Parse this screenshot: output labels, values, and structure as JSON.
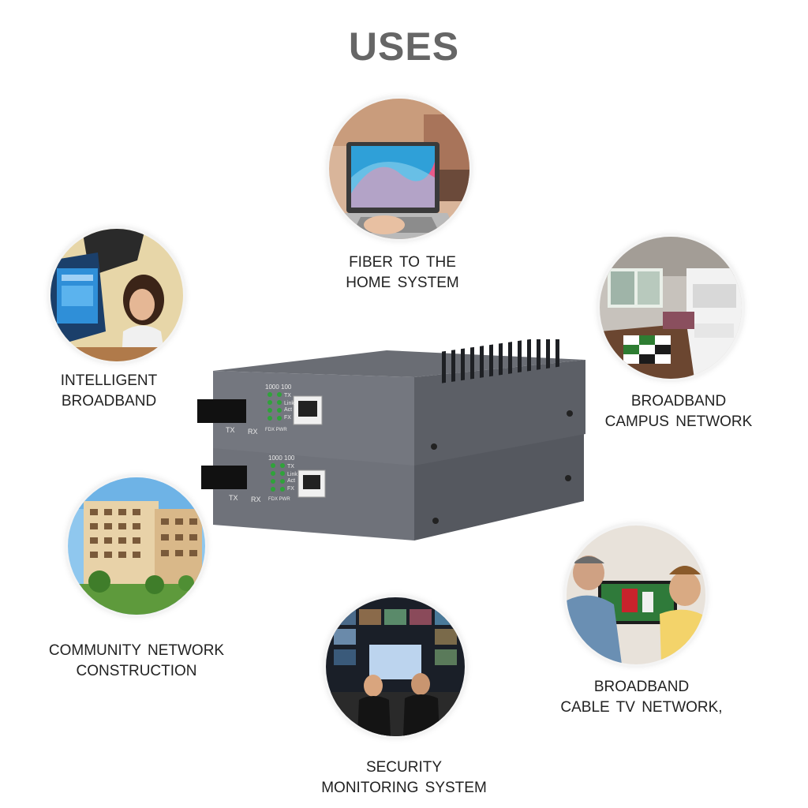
{
  "title": "USES",
  "uses": [
    {
      "line1": "FIBER TO THE",
      "line2": "HOME SYSTEM"
    },
    {
      "line1": "INTELLIGENT",
      "line2": "BROADBAND"
    },
    {
      "line1": "BROADBAND",
      "line2": "CAMPUS NETWORK"
    },
    {
      "line1": "COMMUNITY NETWORK",
      "line2": "CONSTRUCTION"
    },
    {
      "line1": "BROADBAND",
      "line2": "CABLE TV NETWORK,"
    },
    {
      "line1": "SECURITY",
      "line2": "MONITORING SYSTEM"
    }
  ],
  "device": {
    "speed_labels": "1000 100",
    "led_tx": "TX",
    "led_link": "Link",
    "led_act": "Act",
    "led_fx": "FX",
    "fdx_pwr": "FDX PWR",
    "port_tx": "TX",
    "port_rx": "RX"
  }
}
